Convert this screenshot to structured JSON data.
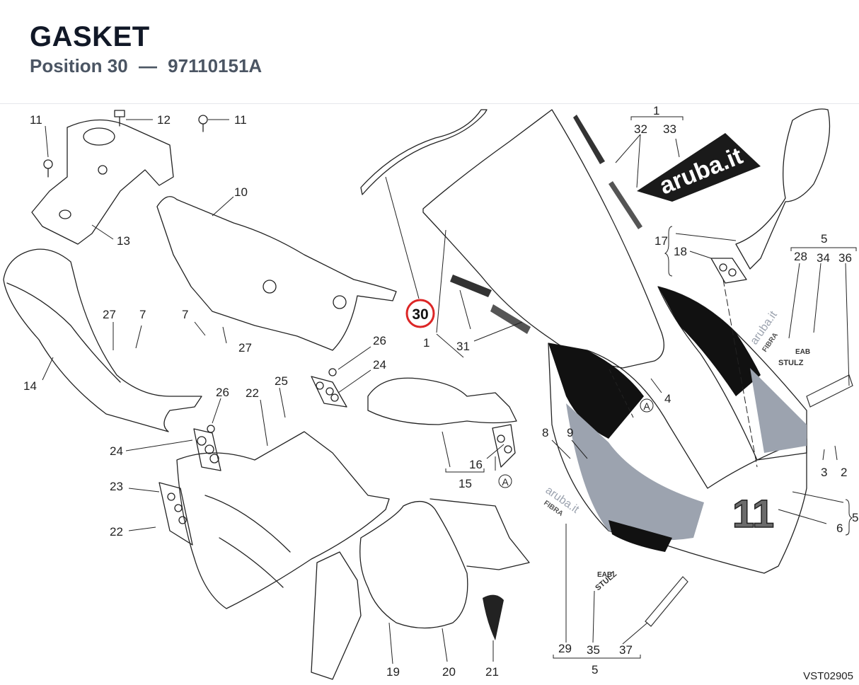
{
  "header": {
    "title": "GASKET",
    "position_label": "Position 30",
    "dash": "—",
    "part_number": "97110151A"
  },
  "highlight": {
    "position": "30",
    "color": "#dc2626"
  },
  "callouts": [
    "11",
    "12",
    "11",
    "1",
    "32",
    "33",
    "10",
    "13",
    "17",
    "18",
    "5",
    "28",
    "34",
    "36",
    "27",
    "7",
    "7",
    "27",
    "14",
    "26",
    "24",
    "22",
    "25",
    "26",
    "24",
    "23",
    "22",
    "16",
    "15",
    "8",
    "9",
    "4",
    "3",
    "2",
    "5",
    "6",
    "1",
    "31",
    "29",
    "35",
    "37",
    "5",
    "19",
    "20",
    "21"
  ],
  "markers": [
    "A",
    "A"
  ],
  "decals": {
    "aruba": "aruba.it",
    "aruba_small": "aruba.it",
    "fibra": "FIBRA",
    "race_number": "11",
    "eab": "EAB",
    "stulz": "STULZ"
  },
  "drawing_ref": "VST02905",
  "colors": {
    "ink": "#1e293b",
    "accent": "#dc2626",
    "fairing_dark": "#111111",
    "fairing_grey": "#9ca3af"
  }
}
